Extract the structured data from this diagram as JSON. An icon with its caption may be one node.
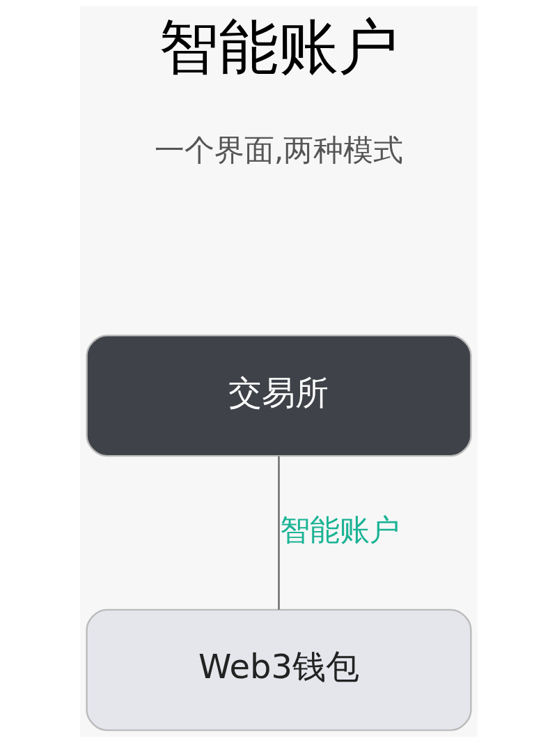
{
  "diagram": {
    "title": "智能账户",
    "nodes": [
      {
        "text": [
          "交易所"
        ]
      },
      {
        "text": [
          "Web3钱包"
        ]
      }
    ],
    "edges": [
      {
        "from": 0,
        "to": 1,
        "arrow": "none",
        "label": "智能账户"
      }
    ],
    "labels": [
      "一个界面,两种模式"
    ]
  }
}
